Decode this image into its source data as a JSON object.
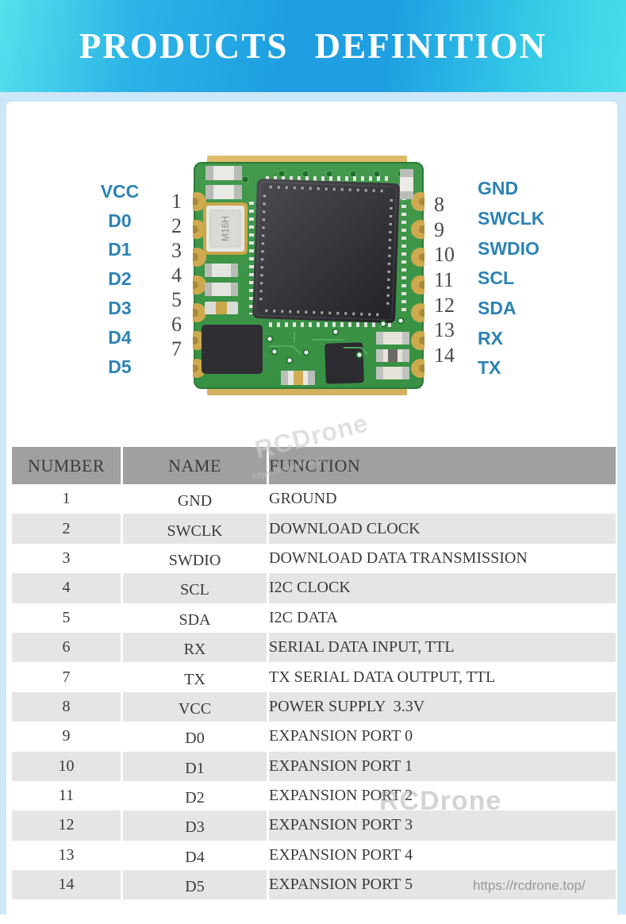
{
  "banner": {
    "title": "PRODUCTS DEFINITION"
  },
  "module": {
    "left_pins": [
      {
        "num": "1",
        "label": "VCC"
      },
      {
        "num": "2",
        "label": "D0"
      },
      {
        "num": "3",
        "label": "D1"
      },
      {
        "num": "4",
        "label": "D2"
      },
      {
        "num": "5",
        "label": "D3"
      },
      {
        "num": "6",
        "label": "D4"
      },
      {
        "num": "7",
        "label": "D5"
      }
    ],
    "right_pins": [
      {
        "num": "8",
        "label": "GND"
      },
      {
        "num": "9",
        "label": "SWCLK"
      },
      {
        "num": "10",
        "label": "SWDIO"
      },
      {
        "num": "11",
        "label": "SCL"
      },
      {
        "num": "12",
        "label": "SDA"
      },
      {
        "num": "13",
        "label": "RX"
      },
      {
        "num": "14",
        "label": "TX"
      }
    ],
    "crystal_label": "M16H"
  },
  "table": {
    "columns": [
      "NUMBER",
      "NAME",
      "FUNCTION"
    ],
    "rows": [
      [
        "1",
        "GND",
        "GROUND"
      ],
      [
        "2",
        "SWCLK",
        "DOWNLOAD CLOCK"
      ],
      [
        "3",
        "SWDIO",
        "DOWNLOAD DATA TRANSMISSION"
      ],
      [
        "4",
        "SCL",
        "I2C CLOCK"
      ],
      [
        "5",
        "SDA",
        "I2C DATA"
      ],
      [
        "6",
        "RX",
        "SERIAL DATA INPUT, TTL"
      ],
      [
        "7",
        "TX",
        "TX SERIAL DATA OUTPUT, TTL"
      ],
      [
        "8",
        "VCC",
        "POWER SUPPLY  3.3V"
      ],
      [
        "9",
        "D0",
        "EXPANSION PORT 0"
      ],
      [
        "10",
        "D1",
        "EXPANSION PORT 1"
      ],
      [
        "11",
        "D2",
        "EXPANSION PORT 2"
      ],
      [
        "12",
        "D3",
        "EXPANSION PORT 3"
      ],
      [
        "13",
        "D4",
        "EXPANSION PORT 4"
      ],
      [
        "14",
        "D5",
        "EXPANSION PORT 5"
      ]
    ]
  },
  "watermarks": {
    "brand": "RCDrone",
    "url": "https://rcdrone.top/"
  },
  "colors": {
    "banner_cyan": "#4adeea",
    "banner_blue": "#1f9fe2",
    "frame_blue": "#cbe7f8",
    "table_header_gray": "#a0a0a0",
    "row_alt_gray": "#e5e5e7",
    "pin_label_blue": "#2c83b4",
    "pcb_green": "#3f9448",
    "pad_gold": "#d8b662"
  }
}
